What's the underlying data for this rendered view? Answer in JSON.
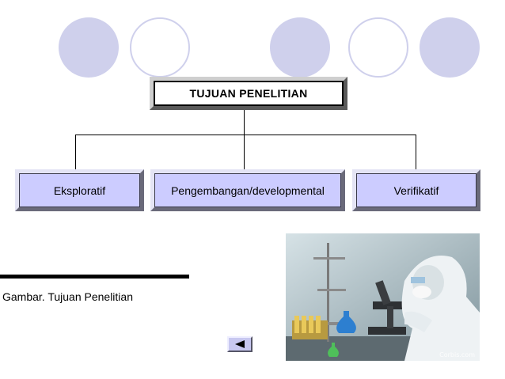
{
  "diagram": {
    "title": "TUJUAN PENELITIAN",
    "children": [
      {
        "label": "Eksploratif"
      },
      {
        "label": "Pengembangan/developmental"
      },
      {
        "label": "Verifikatif"
      }
    ]
  },
  "caption": {
    "text": "Gambar.  Tujuan Penelitian"
  },
  "photo": {
    "watermark": "Corbis.com"
  },
  "colors": {
    "accent_circle": "#cfd0ec",
    "box_fill": "#ccccff",
    "back_button": "#c8c8f0"
  },
  "icons": {
    "back": "triangle-left-icon"
  }
}
